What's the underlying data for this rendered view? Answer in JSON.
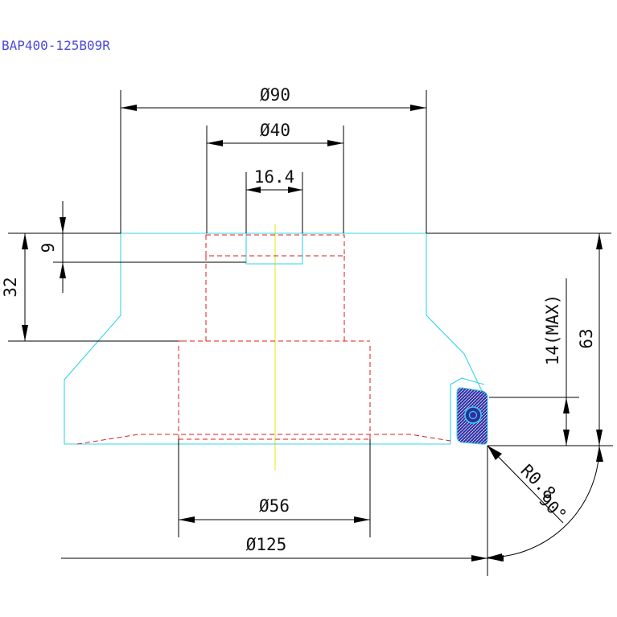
{
  "title": "BAP400-125B09R",
  "dimensions": {
    "d90": "Ø90",
    "d40": "Ø40",
    "w16_4": "16.4",
    "h9": "9",
    "h32": "32",
    "h63": "63",
    "h14max": "14(MAX)",
    "d56": "Ø56",
    "d125": "Ø125",
    "r08": "R0.8",
    "a90": "90°"
  },
  "colors": {
    "title": "#4b4bd9",
    "outline": "#33d6e6",
    "hidden": "#e21a1a",
    "centerline": "#e8e83a",
    "insert_fill": "#3535a8",
    "screw": "#33d6e6"
  }
}
